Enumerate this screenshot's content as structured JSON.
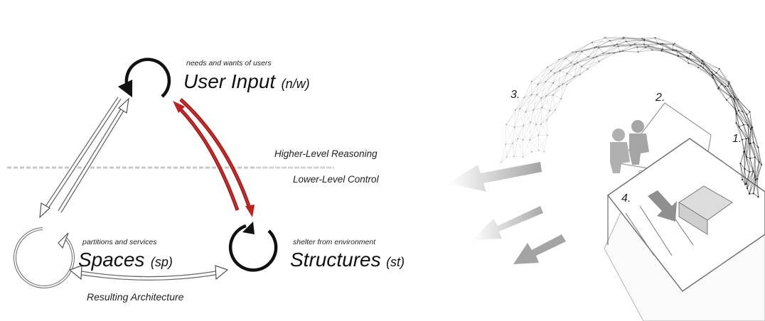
{
  "diagram": {
    "nodes": {
      "user_input": {
        "caption": "needs and wants of users",
        "title": "User Input",
        "abbr": "(n/w)"
      },
      "spaces": {
        "caption": "partitions and services",
        "title": "Spaces",
        "abbr": "(sp)"
      },
      "structures": {
        "caption": "shelter from environment",
        "title": "Structures",
        "abbr": "(st)"
      }
    },
    "levels": {
      "upper": "Higher-Level Reasoning",
      "lower": "Lower-Level Control"
    },
    "bottom_label": "Resulting Architecture",
    "colors": {
      "loop": "#111111",
      "red_arrow": "#c01f1f",
      "outline_arrow": "#555555",
      "dashed_line": "#c8c8c8"
    }
  },
  "illustration": {
    "labels": [
      "1.",
      "2.",
      "3.",
      "4."
    ]
  }
}
